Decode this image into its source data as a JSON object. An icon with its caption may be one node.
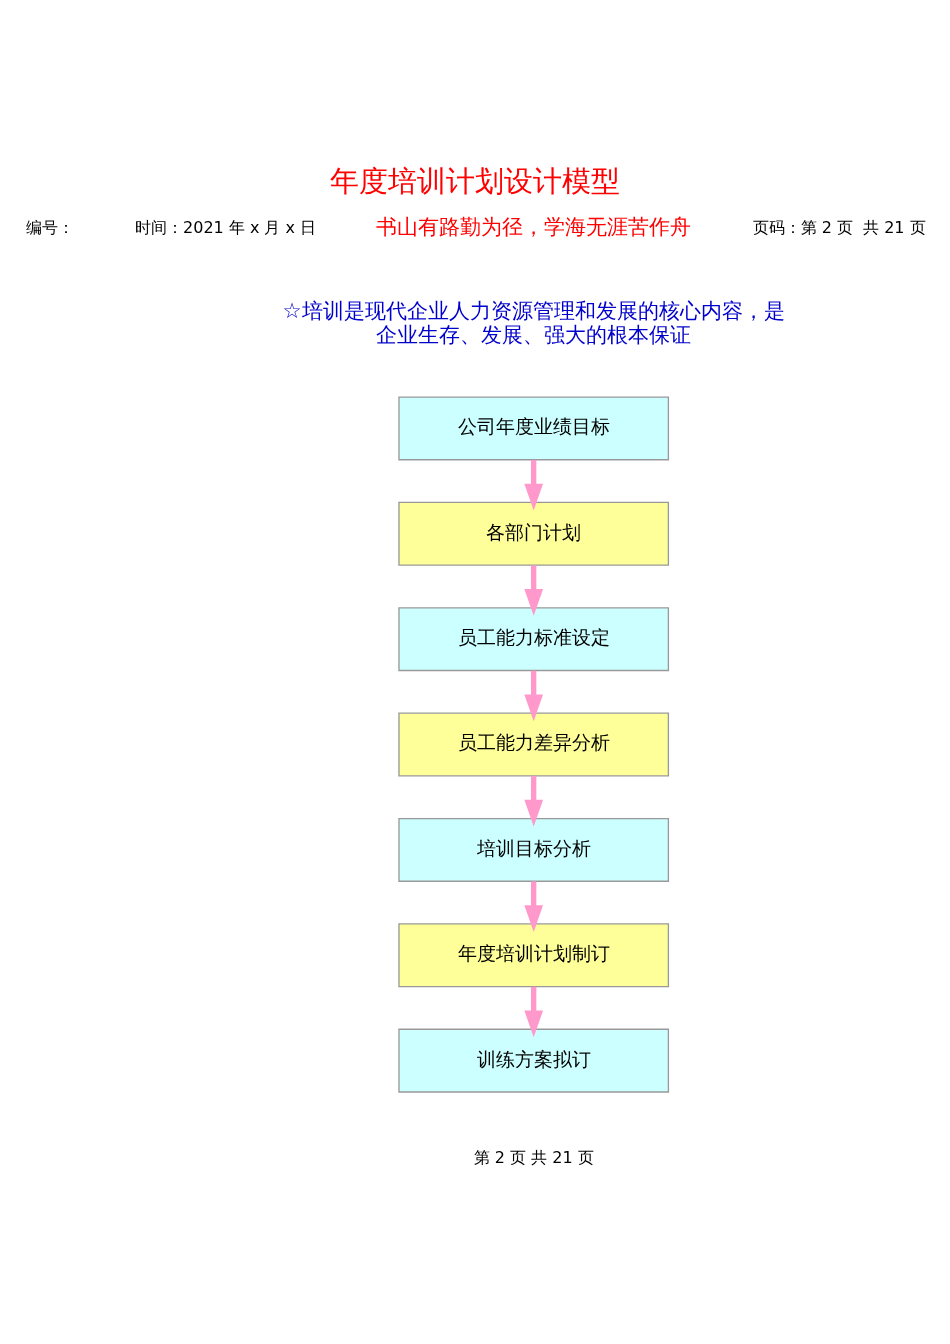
{
  "diagram": {
    "title": "年度培训计划设计模型",
    "nodes": [
      {
        "text": [
          "公司年度业绩目标"
        ]
      },
      {
        "text": [
          "各部门计划"
        ]
      },
      {
        "text": [
          "员工能力标准设定"
        ]
      },
      {
        "text": [
          "员工能力差异分析"
        ]
      },
      {
        "text": [
          "培训目标分析"
        ]
      },
      {
        "text": [
          "年度培训计划制订"
        ]
      },
      {
        "text": [
          "训练方案拟订"
        ]
      }
    ],
    "edges": [
      {
        "from": 0,
        "to": 1,
        "arrow": "to"
      },
      {
        "from": 1,
        "to": 2,
        "arrow": "to"
      },
      {
        "from": 2,
        "to": 3,
        "arrow": "to"
      },
      {
        "from": 3,
        "to": 4,
        "arrow": "to"
      },
      {
        "from": 4,
        "to": 5,
        "arrow": "to"
      },
      {
        "from": 5,
        "to": 6,
        "arrow": "to"
      }
    ],
    "labels": [
      "编号：",
      "时间：2021 年 x 月 x 日",
      "书山有路勤为径，学海无涯苦作舟",
      "页码：第 2 页  共 21 页",
      "☆培训是现代企业人力资源管理和发展的核心内容，是企业生存、发展、强大的根本保证",
      "第 2 页 共 21 页"
    ]
  }
}
